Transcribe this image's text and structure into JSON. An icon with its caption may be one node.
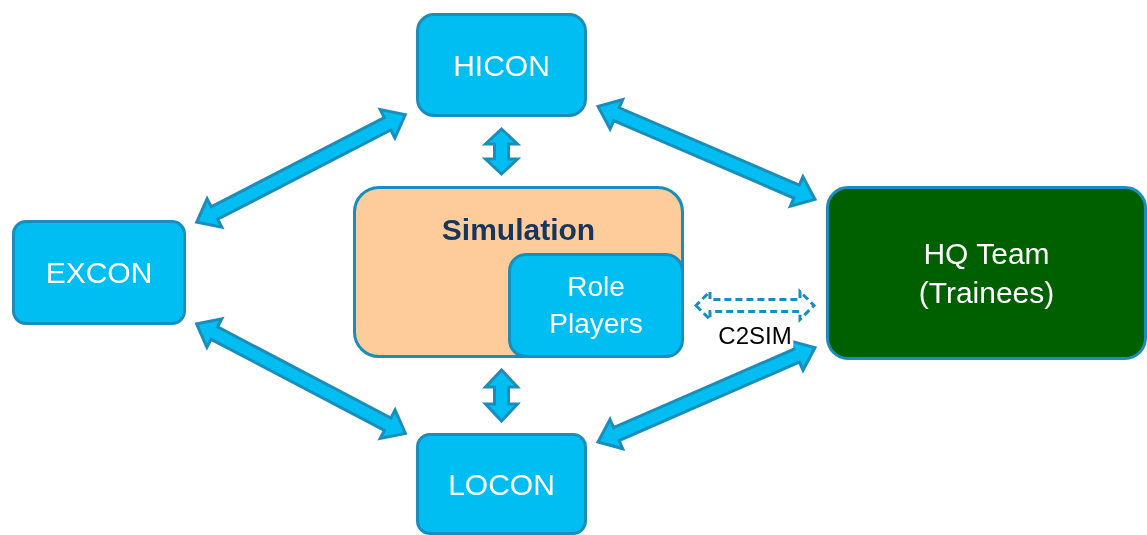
{
  "diagram": {
    "nodes": [
      {
        "text": [
          "HICON"
        ]
      },
      {
        "text": [
          "EXCON"
        ]
      },
      {
        "text": [
          "Simulation"
        ]
      },
      {
        "text": [
          "Role Players"
        ],
        "in": 2
      },
      {
        "text": [
          "LOCON"
        ]
      },
      {
        "text": [
          "HQ Team (Trainees)"
        ]
      }
    ],
    "edges": [
      {
        "from": 0,
        "to": 1,
        "arrow": "both"
      },
      {
        "from": 0,
        "to": 2,
        "arrow": "both"
      },
      {
        "from": 0,
        "to": 5,
        "arrow": "both"
      },
      {
        "from": 1,
        "to": 4,
        "arrow": "both"
      },
      {
        "from": 2,
        "to": 4,
        "arrow": "both"
      },
      {
        "from": 4,
        "to": 5,
        "arrow": "both"
      },
      {
        "from": 3,
        "to": 5,
        "arrow": "both",
        "style": "dashed",
        "label": "C2SIM"
      }
    ]
  }
}
